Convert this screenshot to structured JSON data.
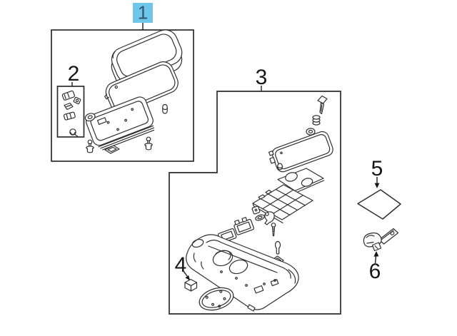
{
  "colors": {
    "background": "#ffffff",
    "line": "#303030",
    "highlight_bg": "#6fc6e9",
    "highlight_text": "#2d5670"
  },
  "callouts": [
    {
      "label": "1",
      "highlighted": true
    },
    {
      "label": "2",
      "highlighted": false
    },
    {
      "label": "3",
      "highlighted": false
    },
    {
      "label": "4",
      "highlighted": false
    },
    {
      "label": "5",
      "highlighted": false
    },
    {
      "label": "6",
      "highlighted": false
    }
  ]
}
